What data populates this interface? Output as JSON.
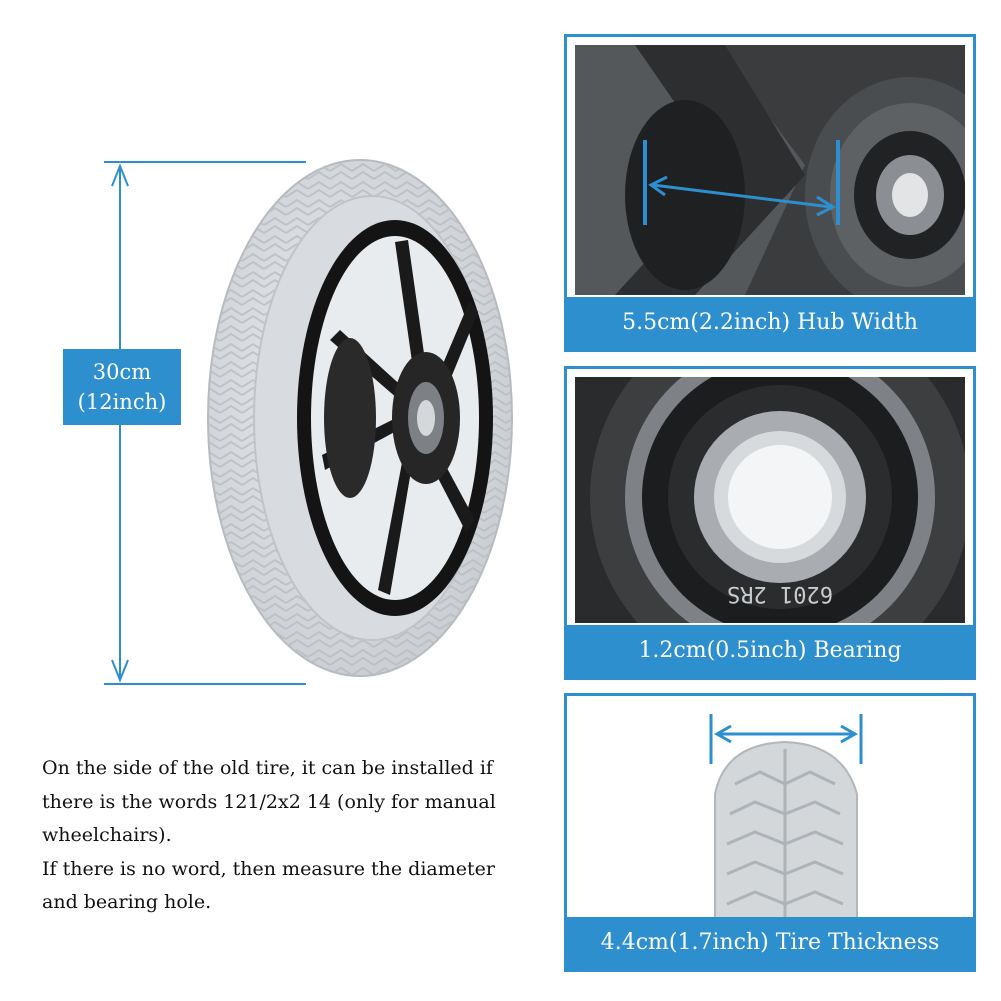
{
  "main": {
    "diameter_line1": "30cm",
    "diameter_line2": "(12inch)",
    "description": [
      "On the side of the old tire, it can be installed if",
      "there is the words 121/2x2 14 (only for manual",
      "wheelchairs).",
      "If there is no word, then measure the diameter",
      "and bearing hole."
    ]
  },
  "panels": {
    "hub": {
      "caption": "5.5cm(2.2inch) Hub Width"
    },
    "bearing": {
      "caption": "1.2cm(0.5inch) Bearing",
      "stamp": "6201 2RS"
    },
    "tire": {
      "caption": "4.4cm(1.7inch) Tire Thickness"
    }
  },
  "colors": {
    "accent": "#2e8fcf",
    "tire": "#dfe2e5",
    "rim": "#1e1e1e"
  }
}
